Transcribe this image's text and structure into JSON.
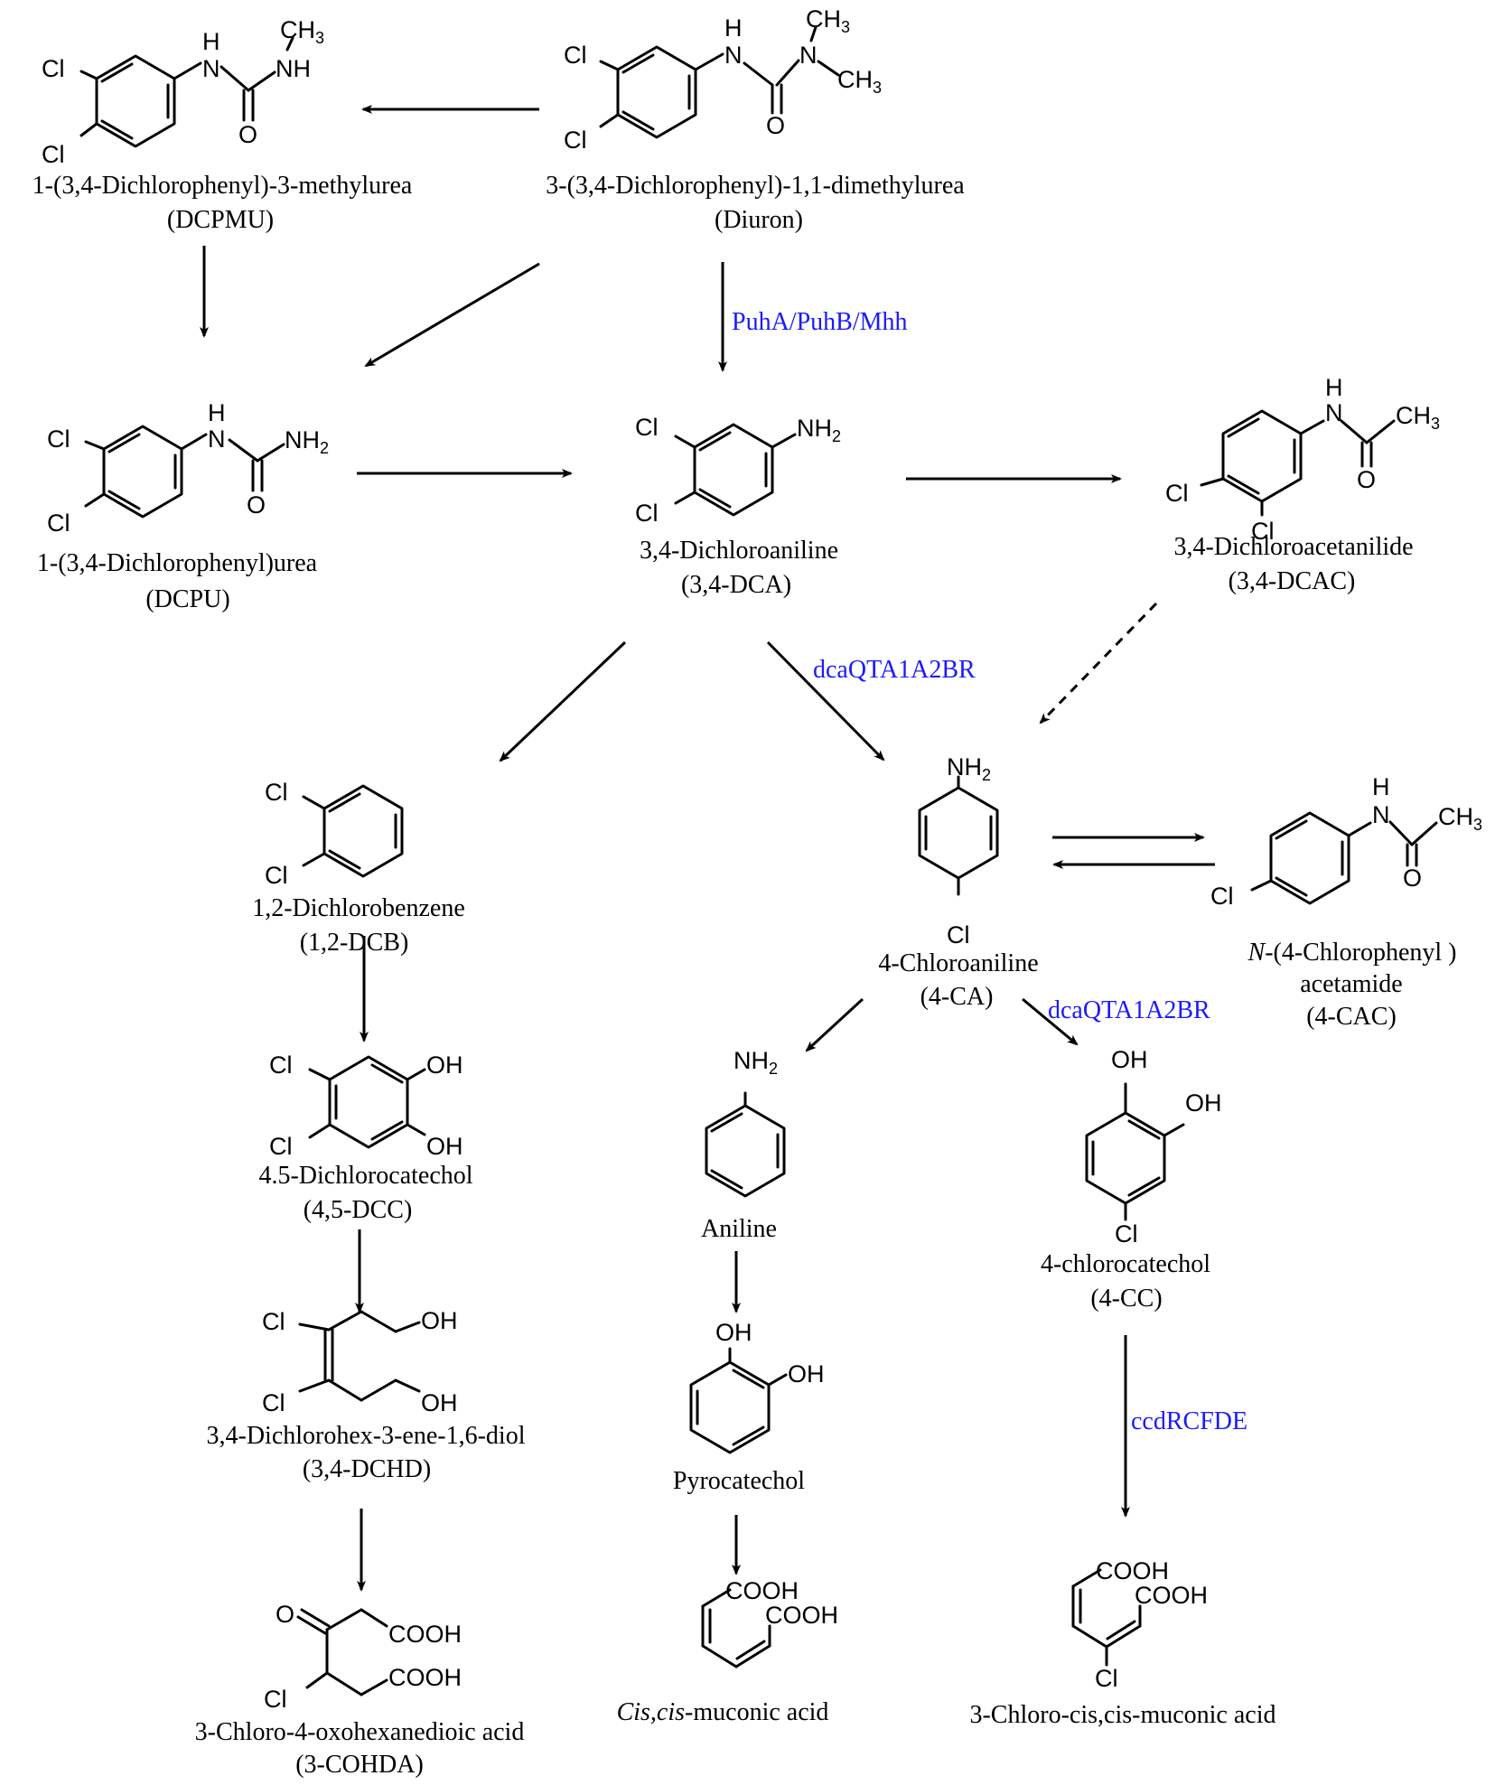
{
  "compounds": {
    "diuron": {
      "name": "3-(3,4-Dichlorophenyl)-1,1-dimethylurea",
      "abbr": "(Diuron)"
    },
    "dcpmu": {
      "name": "1-(3,4-Dichlorophenyl)-3-methylurea",
      "abbr": "(DCPMU)"
    },
    "dcpu": {
      "name": "1-(3,4-Dichlorophenyl)urea",
      "abbr": "(DCPU)"
    },
    "dca": {
      "name": "3,4-Dichloroaniline",
      "abbr": "(3,4-DCA)"
    },
    "dcac": {
      "name": "3,4-Dichloroacetanilide",
      "abbr": "(3,4-DCAC)"
    },
    "dcb": {
      "name": "1,2-Dichlorobenzene",
      "abbr": "(1,2-DCB)"
    },
    "ca": {
      "name": "4-Chloroaniline",
      "abbr": "(4-CA)"
    },
    "cac": {
      "name_prefix": "N",
      "name_rest": "-(4-Chlorophenyl )",
      "name_line2": "acetamide",
      "abbr": "(4-CAC)"
    },
    "dcc": {
      "name": "4.5-Dichlorocatechol",
      "abbr": "(4,5-DCC)"
    },
    "aniline": {
      "name": "Aniline"
    },
    "cc": {
      "name": "4-chlorocatechol",
      "abbr": "(4-CC)"
    },
    "dchd": {
      "name": "3,4-Dichlorohex-3-ene-1,6-diol",
      "abbr": "(3,4-DCHD)"
    },
    "pyro": {
      "name": "Pyrocatechol"
    },
    "cohda": {
      "name": "3-Chloro-4-oxohexanedioic acid",
      "abbr": "(3-COHDA)"
    },
    "muconic": {
      "name_italic": "Cis,cis",
      "name_rest": "-muconic acid"
    },
    "ccmuconic": {
      "name": "3-Chloro-cis,cis-muconic acid"
    }
  },
  "enzymes": {
    "puh": "PuhA/PuhB/Mhh",
    "dca_a": "dcaQTA1A2BR",
    "dca_b": "dcaQTA1A2BR",
    "ccd": "ccdRCFDE"
  },
  "atoms": {
    "cl": "Cl",
    "h": "H",
    "n": "N",
    "nh": "NH",
    "nh2": "NH",
    "two": "2",
    "three": "3",
    "ch": "CH",
    "o": "O",
    "oh": "OH",
    "cooh": "COOH"
  },
  "colors": {
    "enzyme": "#1a1aff",
    "ink": "#000000"
  }
}
